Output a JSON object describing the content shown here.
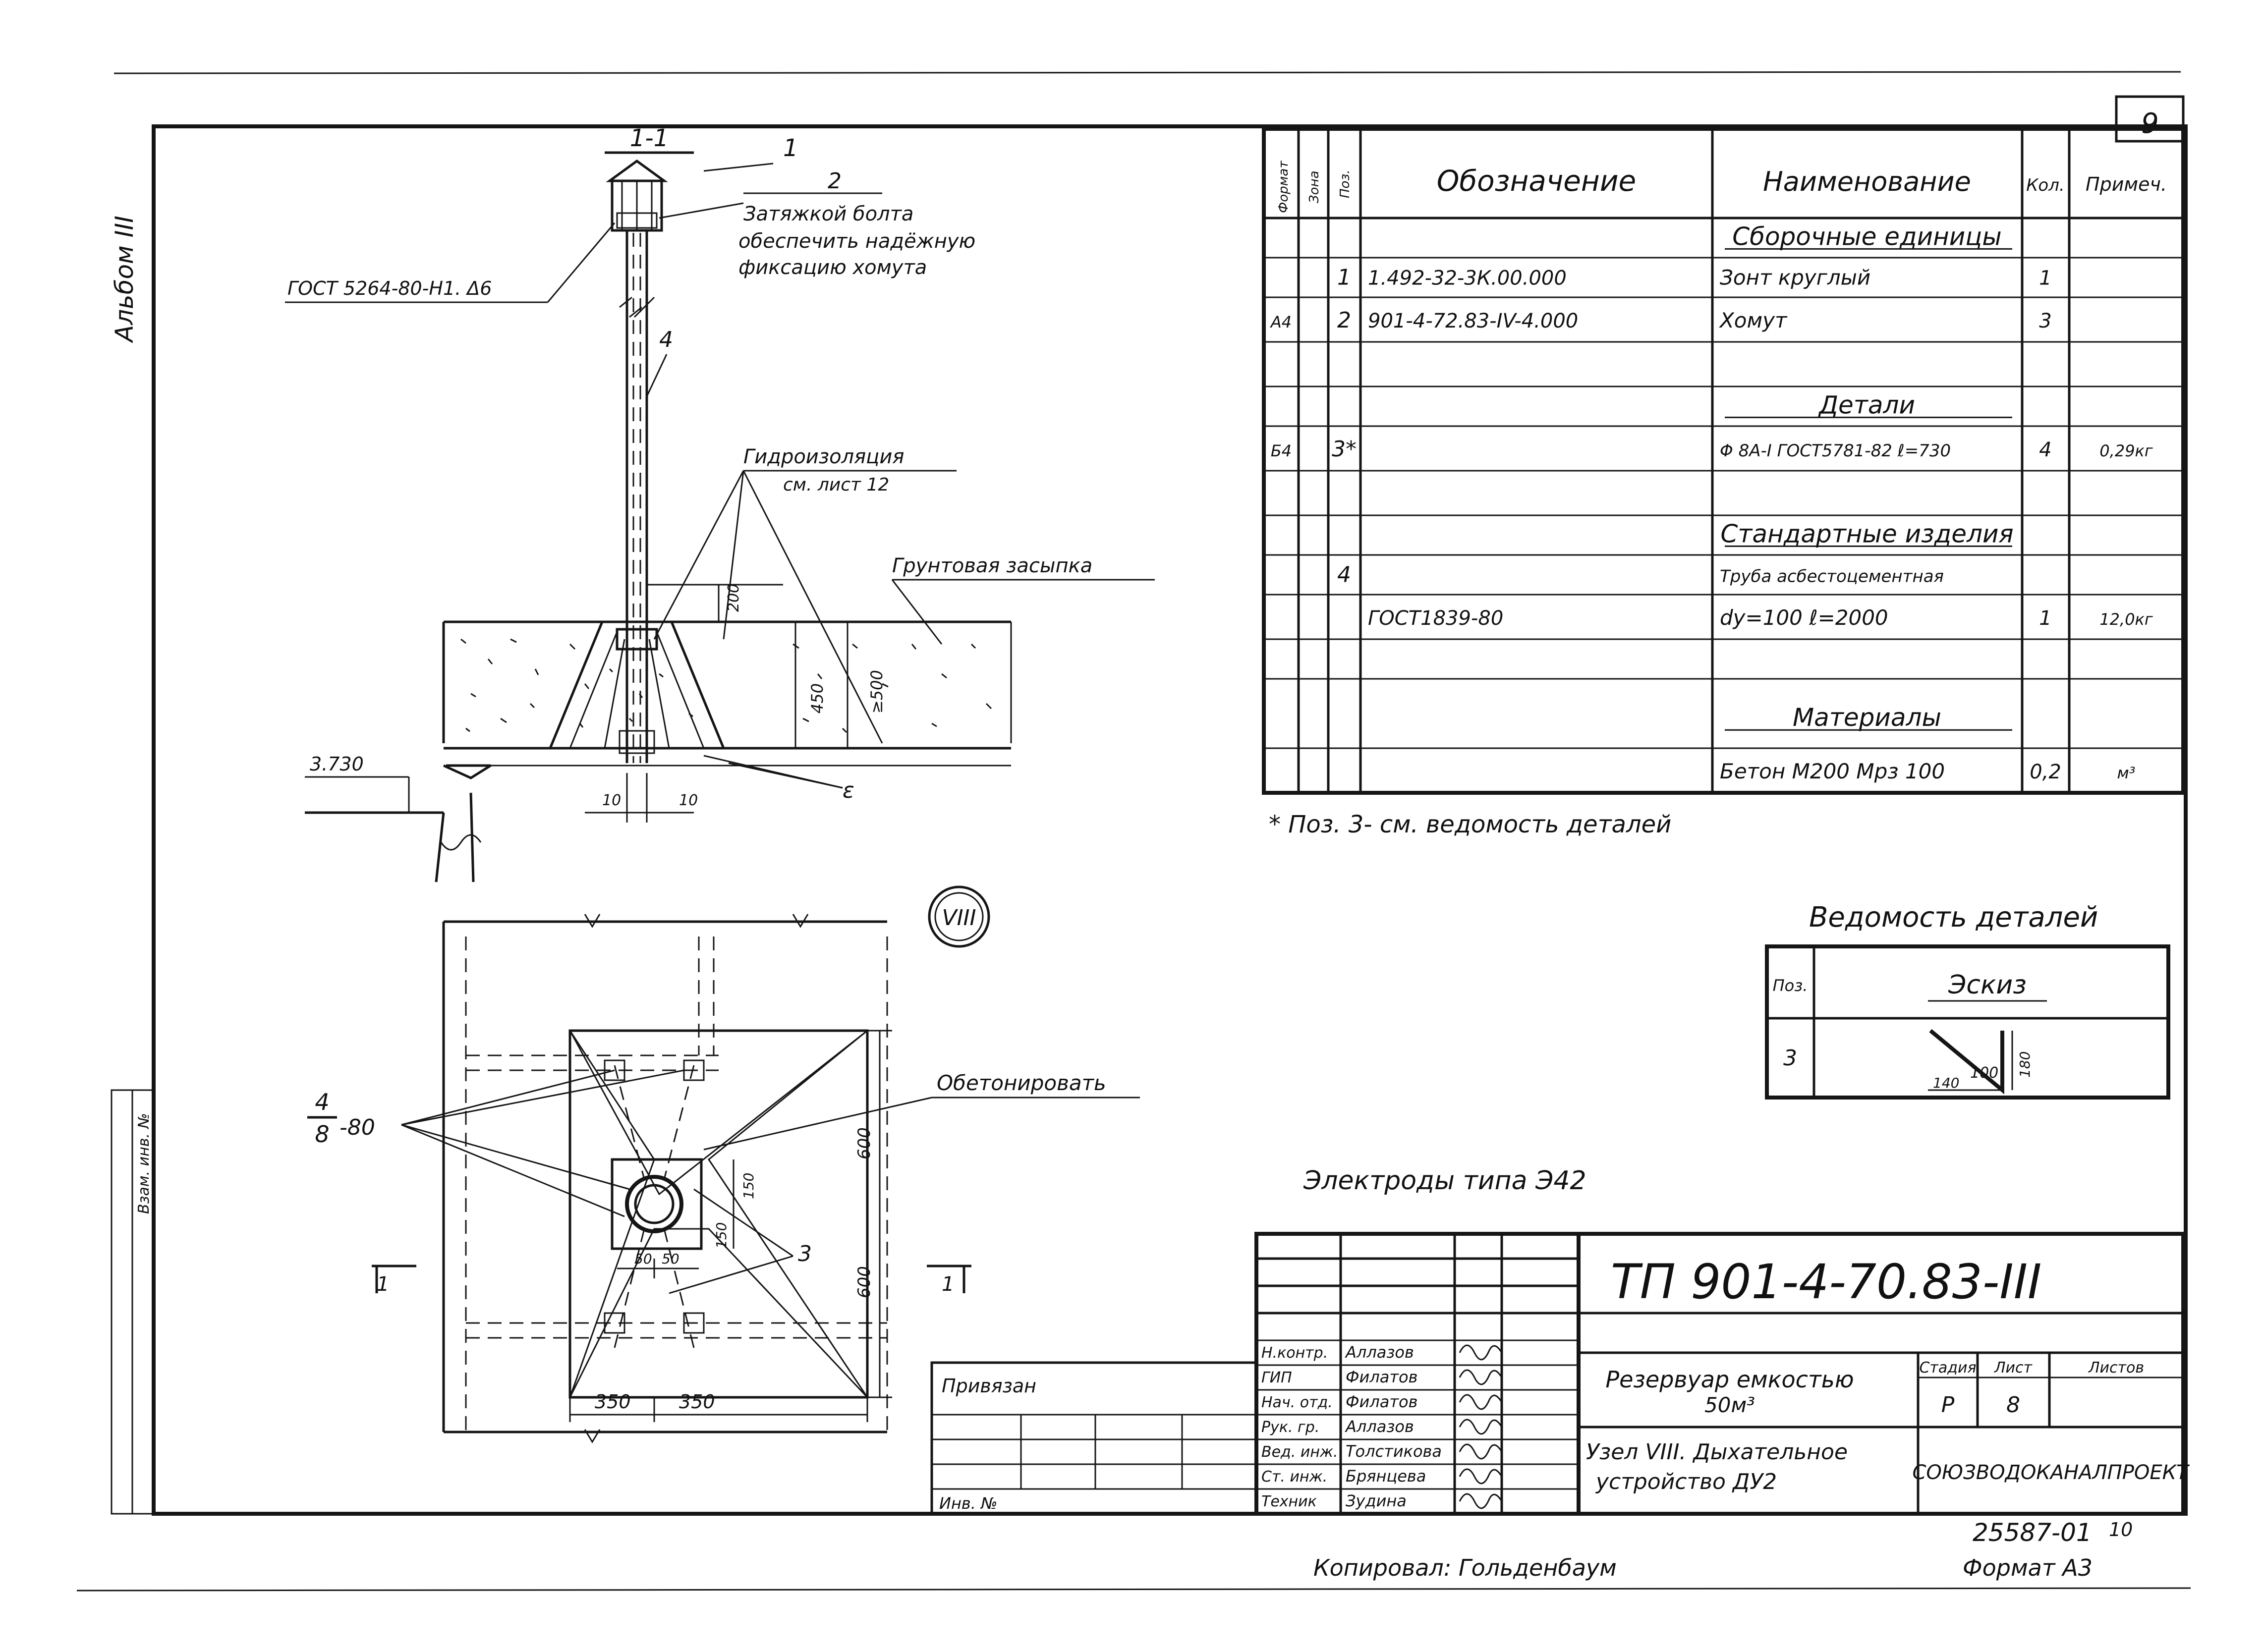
{
  "sheet_corner_number": "9",
  "album_label": "Альбом III",
  "side_stamp_label": "Взам. инв. №",
  "section": {
    "title": "1-1",
    "callout_1": "1",
    "callout_2": "2",
    "callout_4": "4",
    "gost_bolt": "ГОСТ 5264-80-Н1. Δ6",
    "note_bolt": [
      "Затяжкой болта",
      "обеспечить надёжную",
      "фиксацию хомута"
    ],
    "waterproofing": [
      "Гидроизоляция",
      "см. лист 12"
    ],
    "backfill": "Грунтовая засыпка",
    "dim_200": "200",
    "dim_450": "450",
    "dim_500": "≥500",
    "dim_10a": "10",
    "dim_10b": "10",
    "callout_e": "ε",
    "elevation": "3.730"
  },
  "plan": {
    "node_label": "VIII",
    "weld_label_top": "4",
    "weld_label_bottom": "8",
    "weld_label_suffix": "-80",
    "concrete_note": "Обетонировать",
    "dim_600_top": "600",
    "dim_600_bottom": "600",
    "dim_150a": "150",
    "dim_150b": "150",
    "dim_50a": "50",
    "dim_50b": "50",
    "dim_350a": "350",
    "dim_350b": "350",
    "callout_3": "3",
    "cut_mark": "1"
  },
  "spec": {
    "headers": {
      "format": "Формат",
      "zone": "Зона",
      "pos": "Поз.",
      "designation": "Обозначение",
      "name": "Наименование",
      "qty": "Кол.",
      "note": "Примеч."
    },
    "rows": [
      {
        "format": "",
        "pos": "",
        "designation": "",
        "name": "Сборочные единицы",
        "qty": "",
        "note": "",
        "heading": true
      },
      {
        "format": "",
        "pos": "1",
        "designation": "1.492-32-3К.00.000",
        "name": "Зонт круглый",
        "qty": "1",
        "note": ""
      },
      {
        "format": "А4",
        "pos": "2",
        "designation": "901-4-72.83-IV-4.000",
        "name": "Хомут",
        "qty": "3",
        "note": ""
      },
      {
        "format": "",
        "pos": "",
        "designation": "",
        "name": "",
        "qty": "",
        "note": ""
      },
      {
        "format": "",
        "pos": "",
        "designation": "",
        "name": "Детали",
        "qty": "",
        "note": "",
        "heading": true
      },
      {
        "format": "Б4",
        "pos": "3*",
        "designation": "",
        "name": "Φ 8А-I ГОСТ5781-82 ℓ=730",
        "qty": "4",
        "note": "0,29кг"
      },
      {
        "format": "",
        "pos": "",
        "designation": "",
        "name": "",
        "qty": "",
        "note": ""
      },
      {
        "format": "",
        "pos": "",
        "designation": "",
        "name": "Стандартные изделия",
        "qty": "",
        "note": "",
        "heading": true
      },
      {
        "format": "",
        "pos": "4",
        "designation": "",
        "name": "Труба асбестоцементная",
        "qty": "",
        "note": ""
      },
      {
        "format": "",
        "pos": "",
        "designation": "ГОСТ1839-80",
        "name": "dу=100 ℓ=2000",
        "qty": "1",
        "note": "12,0кг"
      },
      {
        "format": "",
        "pos": "",
        "designation": "",
        "name": "",
        "qty": "",
        "note": ""
      },
      {
        "format": "",
        "pos": "",
        "designation": "",
        "name": "Материалы",
        "qty": "",
        "note": "",
        "heading": true
      },
      {
        "format": "",
        "pos": "",
        "designation": "",
        "name": "Бетон М200 Мрз 100",
        "qty": "0,2",
        "note": "м³"
      }
    ],
    "footnote": "* Поз. 3- см. ведомость деталей"
  },
  "details": {
    "title": "Ведомость деталей",
    "col_pos": "Поз.",
    "col_sketch": "Эскиз",
    "row_pos": "3",
    "dim_140": "140",
    "dim_100": "100",
    "dim_180": "180"
  },
  "electrodes_note": "Электроды типа Э42",
  "title_block": {
    "doc_code": "ТП 901-4-70.83-III",
    "bound_label": "Привязан",
    "inv_label": "Инв. №",
    "roles": [
      {
        "role": "Н.контр.",
        "name": "Аллазов"
      },
      {
        "role": "ГИП",
        "name": "Филатов"
      },
      {
        "role": "Нач. отд.",
        "name": "Филатов"
      },
      {
        "role": "Рук. гр.",
        "name": "Аллазов"
      },
      {
        "role": "Вед. инж.",
        "name": "Толстикова"
      },
      {
        "role": "Ст. инж.",
        "name": "Брянцева"
      },
      {
        "role": "Техник",
        "name": "Зудина"
      }
    ],
    "object_title": [
      "Резервуар емкостью",
      "50м³"
    ],
    "sheet_title": [
      "Узел VIII. Дыхательное",
      "устройство ДУ2"
    ],
    "stage_label": "Стадия",
    "sheet_label": "Лист",
    "sheets_label": "Листов",
    "stage_value": "Р",
    "sheet_value": "8",
    "organization": "СОЮЗВОДОКАНАЛПРОЕКТ",
    "archive_number": "25587-01",
    "archive_sheet": "10"
  },
  "copied_by": "Копировал: Гольденбаум",
  "format_label": "Формат А3"
}
